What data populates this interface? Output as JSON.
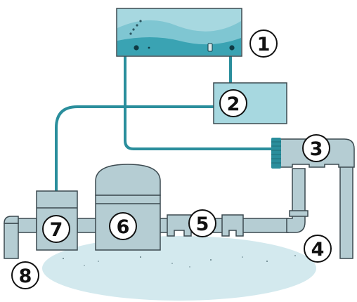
{
  "colors": {
    "accent_dark": "#2a8e9c",
    "panel_light": "#a7d8e0",
    "panel_mid": "#7fc6d2",
    "panel_deep": "#3aa3b3",
    "pipe_fill": "#b5cdd3",
    "pipe_stroke": "#3c4a50",
    "ground": "#d3e9ee",
    "outline": "#111111"
  },
  "icons": [
    "pool-control-unit",
    "power-box",
    "salt-cell",
    "return-pipe",
    "check-valve",
    "filter-tank",
    "pump",
    "inlet-pipe"
  ],
  "callouts": [
    {
      "id": "1",
      "label": "1"
    },
    {
      "id": "2",
      "label": "2"
    },
    {
      "id": "3",
      "label": "3"
    },
    {
      "id": "4",
      "label": "4"
    },
    {
      "id": "5",
      "label": "5"
    },
    {
      "id": "6",
      "label": "6"
    },
    {
      "id": "7",
      "label": "7"
    },
    {
      "id": "8",
      "label": "8"
    }
  ]
}
